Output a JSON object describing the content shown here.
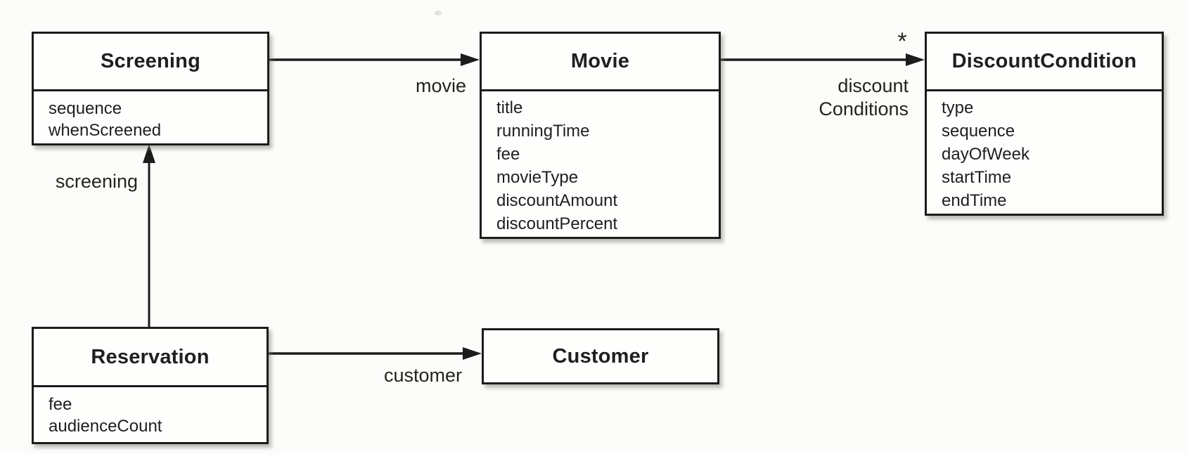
{
  "figure": {
    "kind": "UML class diagram",
    "background_color": "#fcfcfa",
    "line_color": "#1c1c1a"
  },
  "classes": {
    "screening": {
      "name": "Screening",
      "attributes": [
        "sequence",
        "whenScreened"
      ]
    },
    "movie": {
      "name": "Movie",
      "attributes": [
        "title",
        "runningTime",
        "fee",
        "movieType",
        "discountAmount",
        "discountPercent"
      ]
    },
    "discount_condition": {
      "name": "DiscountCondition",
      "attributes": [
        "type",
        "sequence",
        "dayOfWeek",
        "startTime",
        "endTime"
      ]
    },
    "reservation": {
      "name": "Reservation",
      "attributes": [
        "fee",
        "audienceCount"
      ]
    },
    "customer": {
      "name": "Customer",
      "attributes": []
    }
  },
  "associations": {
    "screening_to_movie": {
      "from": "Screening",
      "to": "Movie",
      "label": "movie"
    },
    "movie_to_discount_condition": {
      "from": "Movie",
      "to": "DiscountCondition",
      "label_line1": "discount",
      "label_line2": "Conditions",
      "multiplicity": "*"
    },
    "reservation_to_screening": {
      "from": "Reservation",
      "to": "Screening",
      "label": "screening"
    },
    "reservation_to_customer": {
      "from": "Reservation",
      "to": "Customer",
      "label": "customer"
    }
  }
}
